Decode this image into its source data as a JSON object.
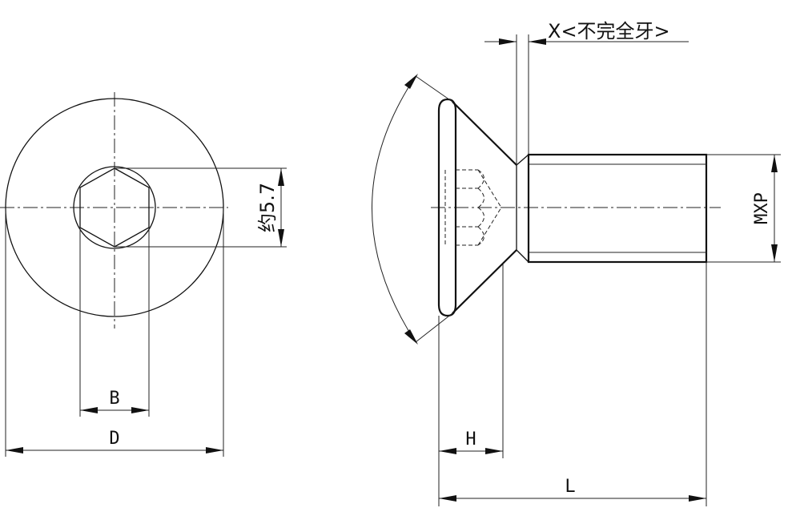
{
  "labels": {
    "b": "B",
    "d": "D",
    "hex_depth": "约5.7",
    "x_thread": "X<不完全牙>",
    "mxp": "MXP",
    "h": "H",
    "l": "L"
  },
  "colors": {
    "line": "#111111",
    "background": "#ffffff"
  }
}
